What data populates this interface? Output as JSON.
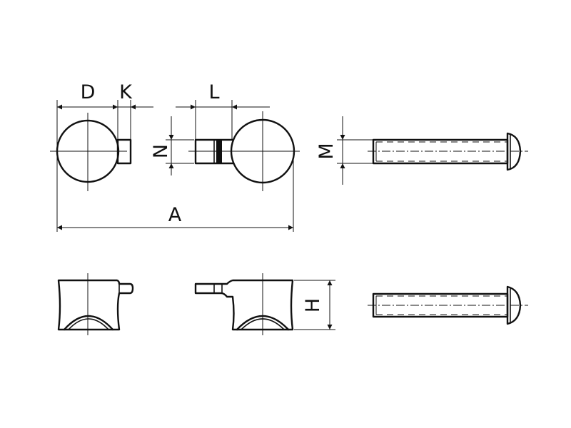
{
  "labels": {
    "D": "D",
    "K": "K",
    "L": "L",
    "N": "N",
    "M": "M",
    "A": "A",
    "H": "H"
  }
}
